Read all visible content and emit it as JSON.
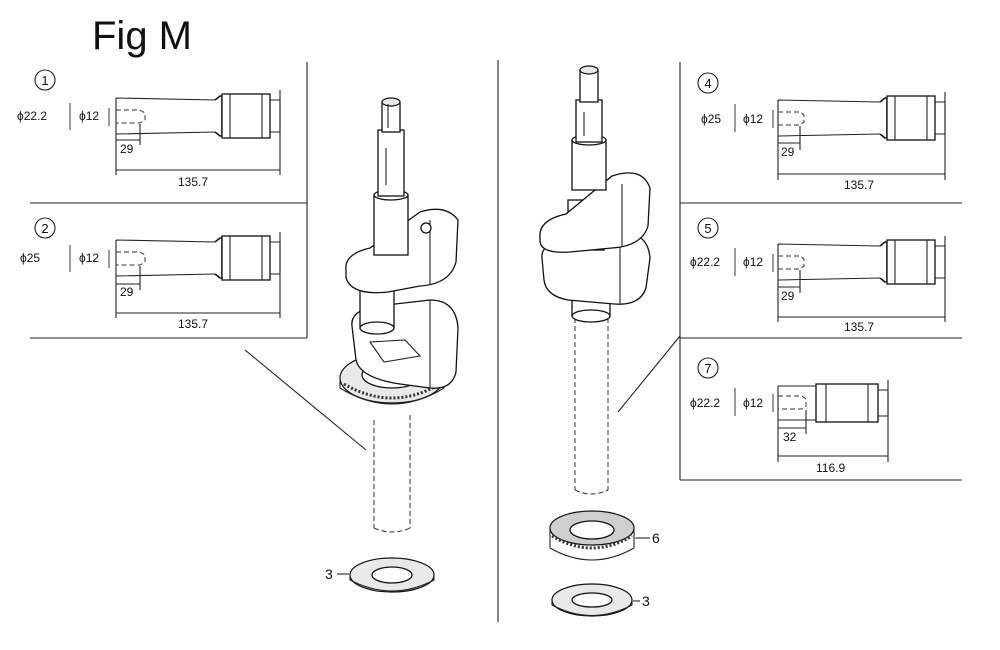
{
  "figure": {
    "title": "Fig M",
    "variants": [
      {
        "id": "1",
        "outer_dia": "ϕ22.2",
        "inner_dia": "ϕ12",
        "bore_length": "29",
        "total_length": "135.7"
      },
      {
        "id": "2",
        "outer_dia": "ϕ25",
        "inner_dia": "ϕ12",
        "bore_length": "29",
        "total_length": "135.7"
      },
      {
        "id": "4",
        "outer_dia": "ϕ25",
        "inner_dia": "ϕ12",
        "bore_length": "29",
        "total_length": "135.7"
      },
      {
        "id": "5",
        "outer_dia": "ϕ22.2",
        "inner_dia": "ϕ12",
        "bore_length": "29",
        "total_length": "135.7"
      },
      {
        "id": "7",
        "outer_dia": "ϕ22.2",
        "inner_dia": "ϕ12",
        "bore_length": "32",
        "total_length": "116.9"
      }
    ],
    "callouts": {
      "washer_left": "3",
      "gear_right": "6",
      "washer_right": "3"
    }
  }
}
